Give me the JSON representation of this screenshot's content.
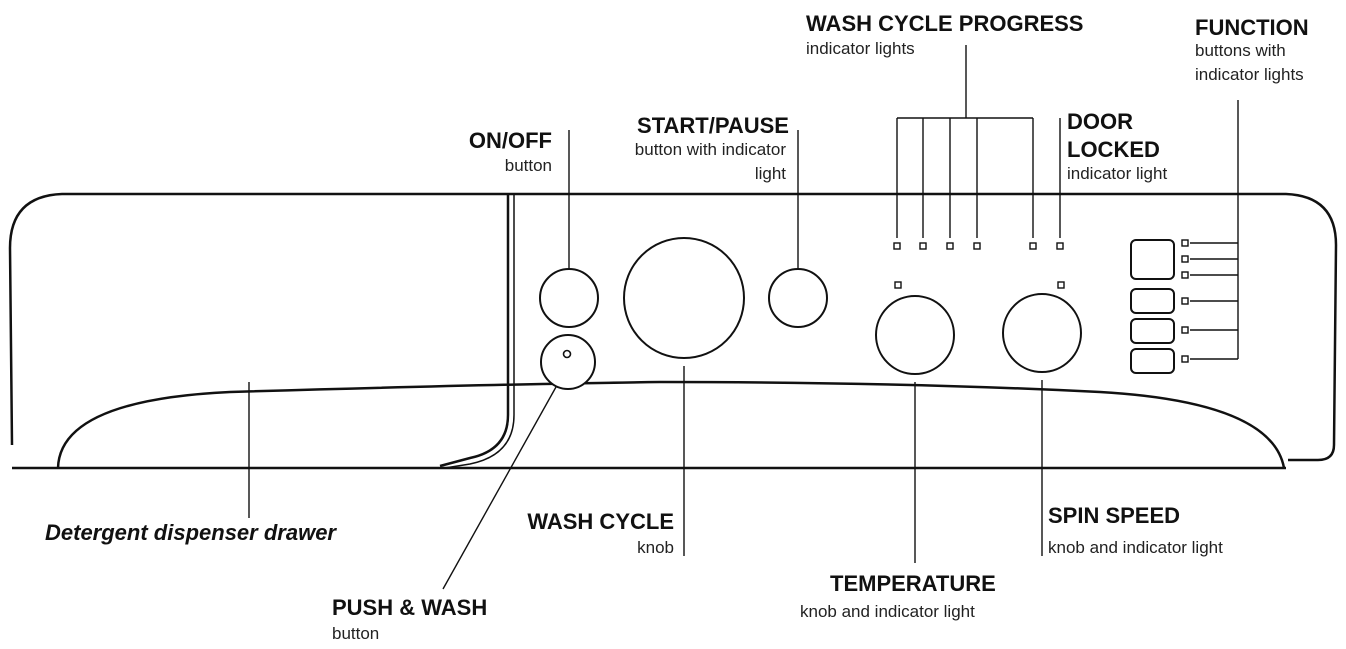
{
  "labels": {
    "wash_cycle_progress": {
      "title": "WASH CYCLE PROGRESS",
      "sub": "indicator lights"
    },
    "function": {
      "title": "FUNCTION",
      "sub1": "buttons with",
      "sub2": "indicator lights"
    },
    "on_off": {
      "title": "ON/OFF",
      "sub": "button"
    },
    "start_pause": {
      "title": "START/PAUSE",
      "sub1": "button with indicator",
      "sub2": "light"
    },
    "door_locked": {
      "title1": "DOOR",
      "title2": "LOCKED",
      "sub": "indicator light"
    },
    "detergent_drawer": {
      "title": "Detergent dispenser drawer"
    },
    "wash_cycle": {
      "title": "WASH CYCLE",
      "sub": "knob"
    },
    "spin_speed": {
      "title": "SPIN SPEED",
      "sub": "knob and indicator light"
    },
    "temperature": {
      "title": "TEMPERATURE",
      "sub": "knob and indicator light"
    },
    "push_wash": {
      "title": "PUSH & WASH",
      "sub": "button"
    }
  }
}
